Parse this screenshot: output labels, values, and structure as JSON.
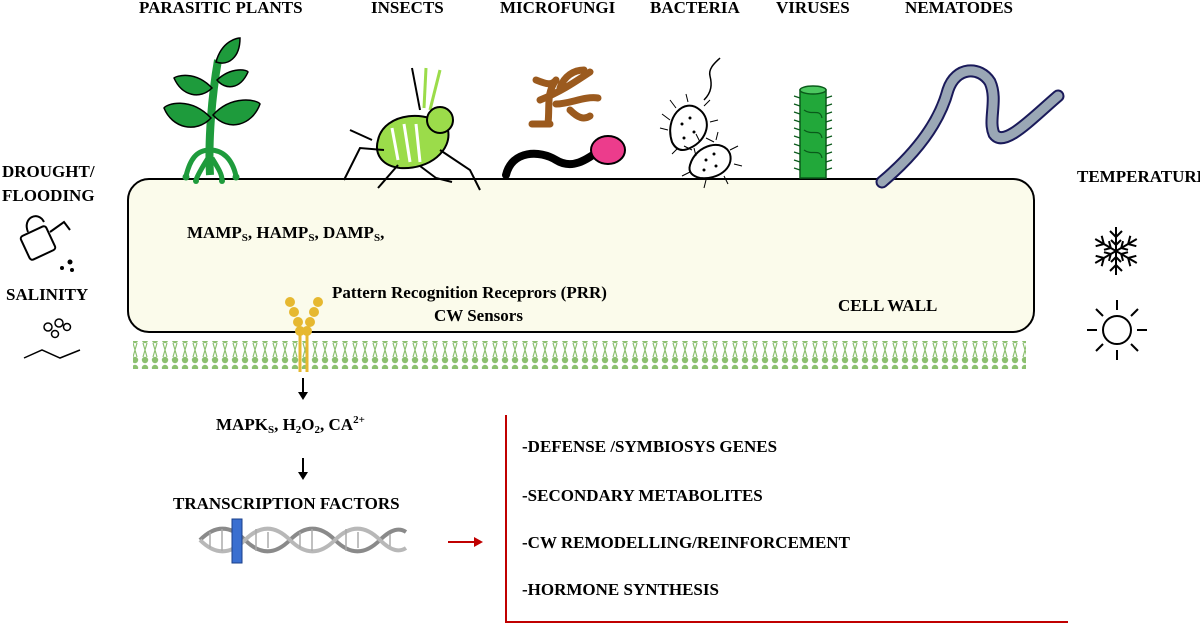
{
  "organisms": [
    {
      "label": "PARASITIC PLANTS",
      "icon": "plant-icon"
    },
    {
      "label": "INSECTS",
      "icon": "insect-icon"
    },
    {
      "label": "MICROFUNGI",
      "icon": "fungi-icon"
    },
    {
      "label": "BACTERIA",
      "icon": "bacteria-icon"
    },
    {
      "label": "VIRUSES",
      "icon": "virus-icon"
    },
    {
      "label": "NEMATODES",
      "icon": "nematode-icon"
    }
  ],
  "abiotic_left": {
    "drought": "DROUGHT/",
    "flooding": "FLOODING",
    "salinity": "SALINITY"
  },
  "abiotic_right": {
    "temperature": "TEMPERATURE"
  },
  "cell_wall": {
    "label": "CELL WALL",
    "patterns": {
      "mamp": "MAMP",
      "hamp": "HAMP",
      "damp": "DAMP",
      "sub": "S",
      "sep": ","
    },
    "prr_line1": "Pattern Recognition Receprors (PRR)",
    "prr_line2": "CW Sensors"
  },
  "signaling": {
    "mapk": "MAPK",
    "mapk_sub": "S",
    "h": "H",
    "h_sub": "2",
    "o": "O",
    "o_sub": "2",
    "ca": "CA",
    "ca_sup": "2+",
    "tf": "TRANSCRIPTION FACTORS"
  },
  "outcomes": [
    "-DEFENSE /SYMBIOSYS GENES",
    "-SECONDARY METABOLITES",
    "-CW REMODELLING/REINFORCEMENT",
    "-HORMONE SYNTHESIS"
  ],
  "colors": {
    "plant": "#1e9b3c",
    "insect": "#9bdc4a",
    "fungi": "#9b5a1e",
    "spore": "#ec3c8c",
    "virus": "#22a83a",
    "nematode": "#9aa7b5",
    "membrane": "#8cc070",
    "receptor": "#e6b830",
    "dna_box": "#3a6fd0",
    "red_bracket": "#c00000"
  }
}
